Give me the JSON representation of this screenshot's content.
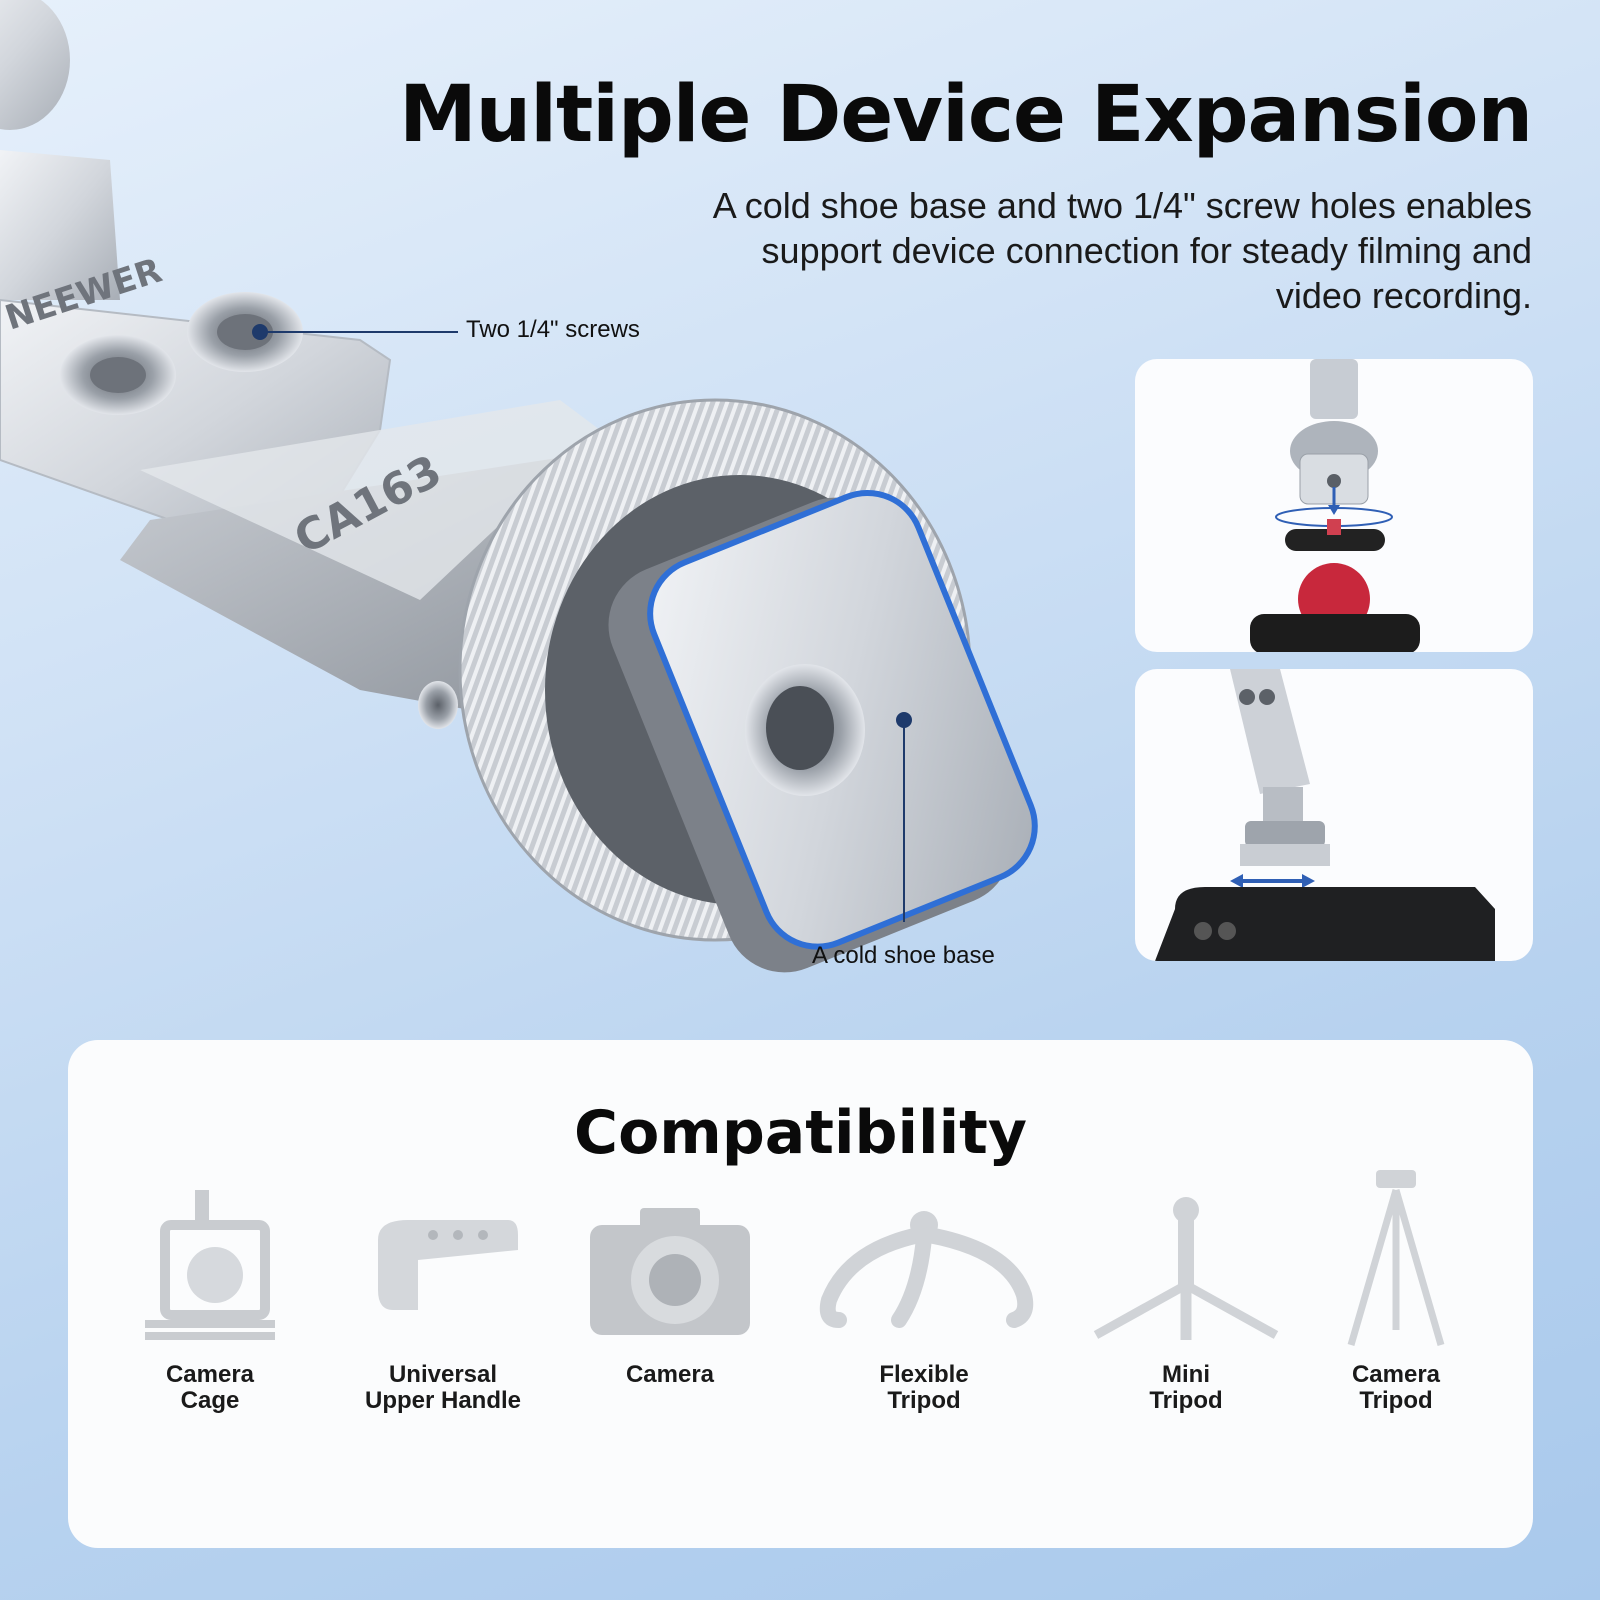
{
  "header": {
    "title": "Multiple Device Expansion",
    "subtitle": "A cold shoe base and two 1/4\" screw holes enables support device connection for steady filming and video recording."
  },
  "product": {
    "model_engraving": "CA163",
    "brand_engraving": "NEEWER",
    "accent_color": "#2f6fd6"
  },
  "callouts": {
    "screws": "Two 1/4\" screws",
    "cold_shoe": "A cold shoe base"
  },
  "compatibility": {
    "title": "Compatibility",
    "items": [
      {
        "label": "Camera\nCage",
        "icon": "camera-cage-icon"
      },
      {
        "label": "Universal\nUpper Handle",
        "icon": "upper-handle-icon"
      },
      {
        "label": "Camera",
        "icon": "camera-icon"
      },
      {
        "label": "Flexible\nTripod",
        "icon": "flexible-tripod-icon"
      },
      {
        "label": "Mini\nTripod",
        "icon": "mini-tripod-icon"
      },
      {
        "label": "Camera\nTripod",
        "icon": "camera-tripod-icon"
      }
    ]
  }
}
